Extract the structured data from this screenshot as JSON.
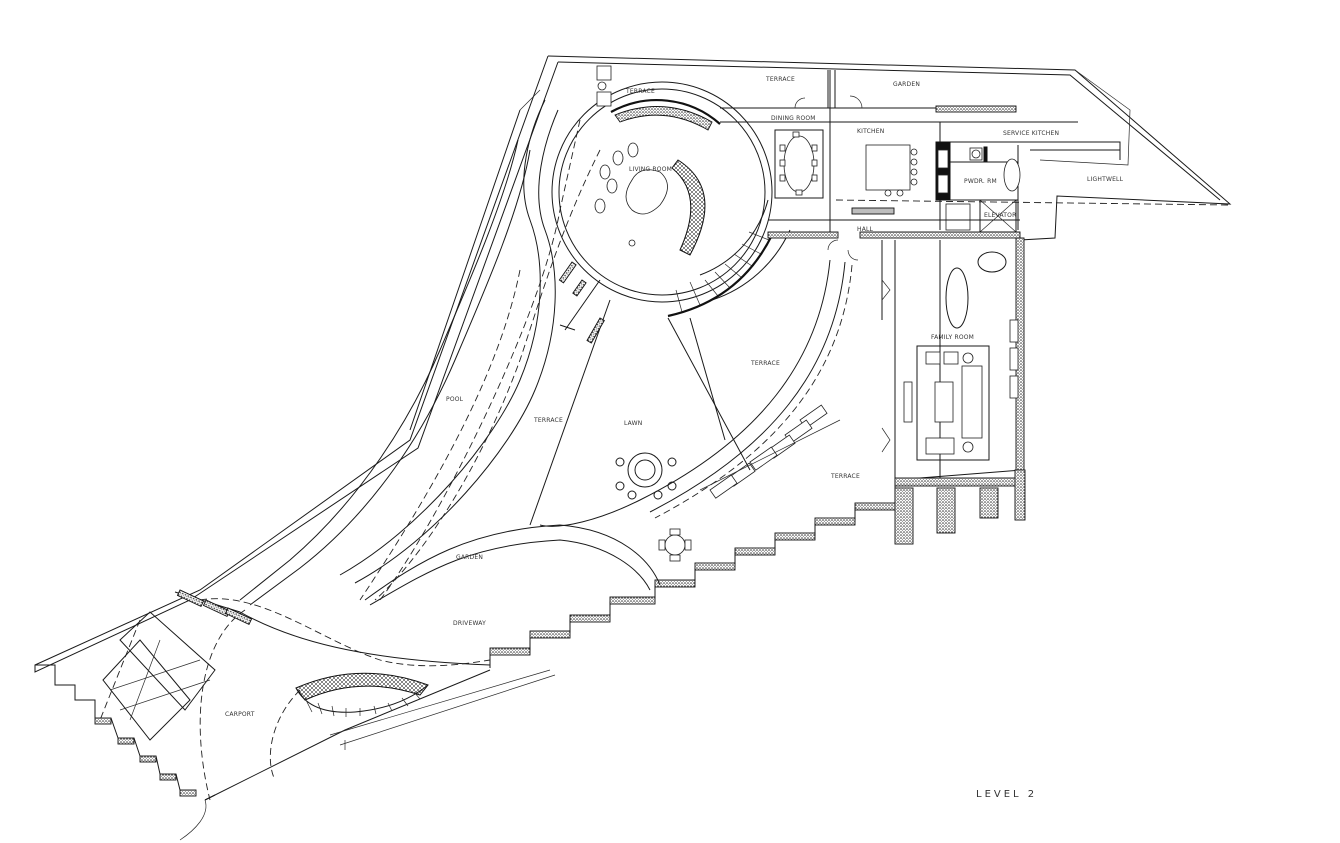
{
  "drawing": {
    "level_title": "LEVEL 2",
    "rooms": {
      "terrace_top": "TERRACE",
      "terrace_north": "TERRACE",
      "garden_top": "GARDEN",
      "dining_room": "DINING ROOM",
      "kitchen": "KITCHEN",
      "service_kitchen": "SERVICE KITCHEN",
      "lightwell": "LIGHTWELL",
      "living_room": "LIVING ROOM",
      "pwdr_rm": "PWDR. RM",
      "elevator": "ELEVATOR",
      "hall": "HALL",
      "family_room": "FAMILY ROOM",
      "terrace_east": "TERRACE",
      "terrace_west": "TERRACE",
      "terrace_south": "TERRACE",
      "pool": "POOL",
      "lawn": "LAWN",
      "garden_mid": "GARDEN",
      "driveway": "DRIVEWAY",
      "carport": "CARPORT"
    }
  }
}
